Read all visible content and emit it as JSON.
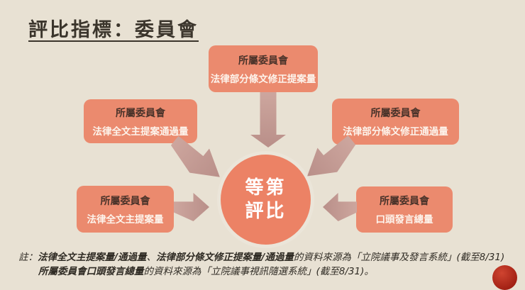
{
  "slide": {
    "title": "評比指標：委員會"
  },
  "diagram": {
    "center": {
      "line1": "等第",
      "line2": "評比"
    },
    "nodes": [
      {
        "position": "top",
        "line1": "所屬委員會",
        "line2": "法律部分條文修正提案量"
      },
      {
        "position": "middle-left",
        "line1": "所屬委員會",
        "line2": "法律全文主提案通過量"
      },
      {
        "position": "middle-right",
        "line1": "所屬委員會",
        "line2": "法律部分條文修正通過量"
      },
      {
        "position": "bottom-left",
        "line1": "所屬委員會",
        "line2": "法律全文主提案量"
      },
      {
        "position": "bottom-right",
        "line1": "所屬委員會",
        "line2": "口頭發言總量"
      }
    ],
    "arrows": [
      "top-to-center",
      "middle-left-to-center",
      "middle-right-to-center",
      "bottom-left-to-center",
      "bottom-right-to-center"
    ]
  },
  "footnote": {
    "prefix": "註：",
    "line1": {
      "bold1": "法律全文主提案量/通過量",
      "sep": "、",
      "bold2": "法律部分條文修正提案量/通過量",
      "rest": "的資料來源為「立院議事及發言系統」(截至8/31)"
    },
    "line2": {
      "bold1": "所屬委員會口頭發言總量",
      "rest": "的資料來源為「立院議事視訊隨選系統」(截至8/31)。"
    }
  },
  "colors": {
    "background": "#e8e1d3",
    "node": "#eb8a6e",
    "node_text_dark": "#4a332a",
    "node_text_light": "#fdf4ec",
    "center_circle": "#ec8265",
    "arrow": "#c49b94",
    "title_text": "#3b352c",
    "footnote_text": "#2f2b24",
    "logo": "#b22a1d"
  }
}
